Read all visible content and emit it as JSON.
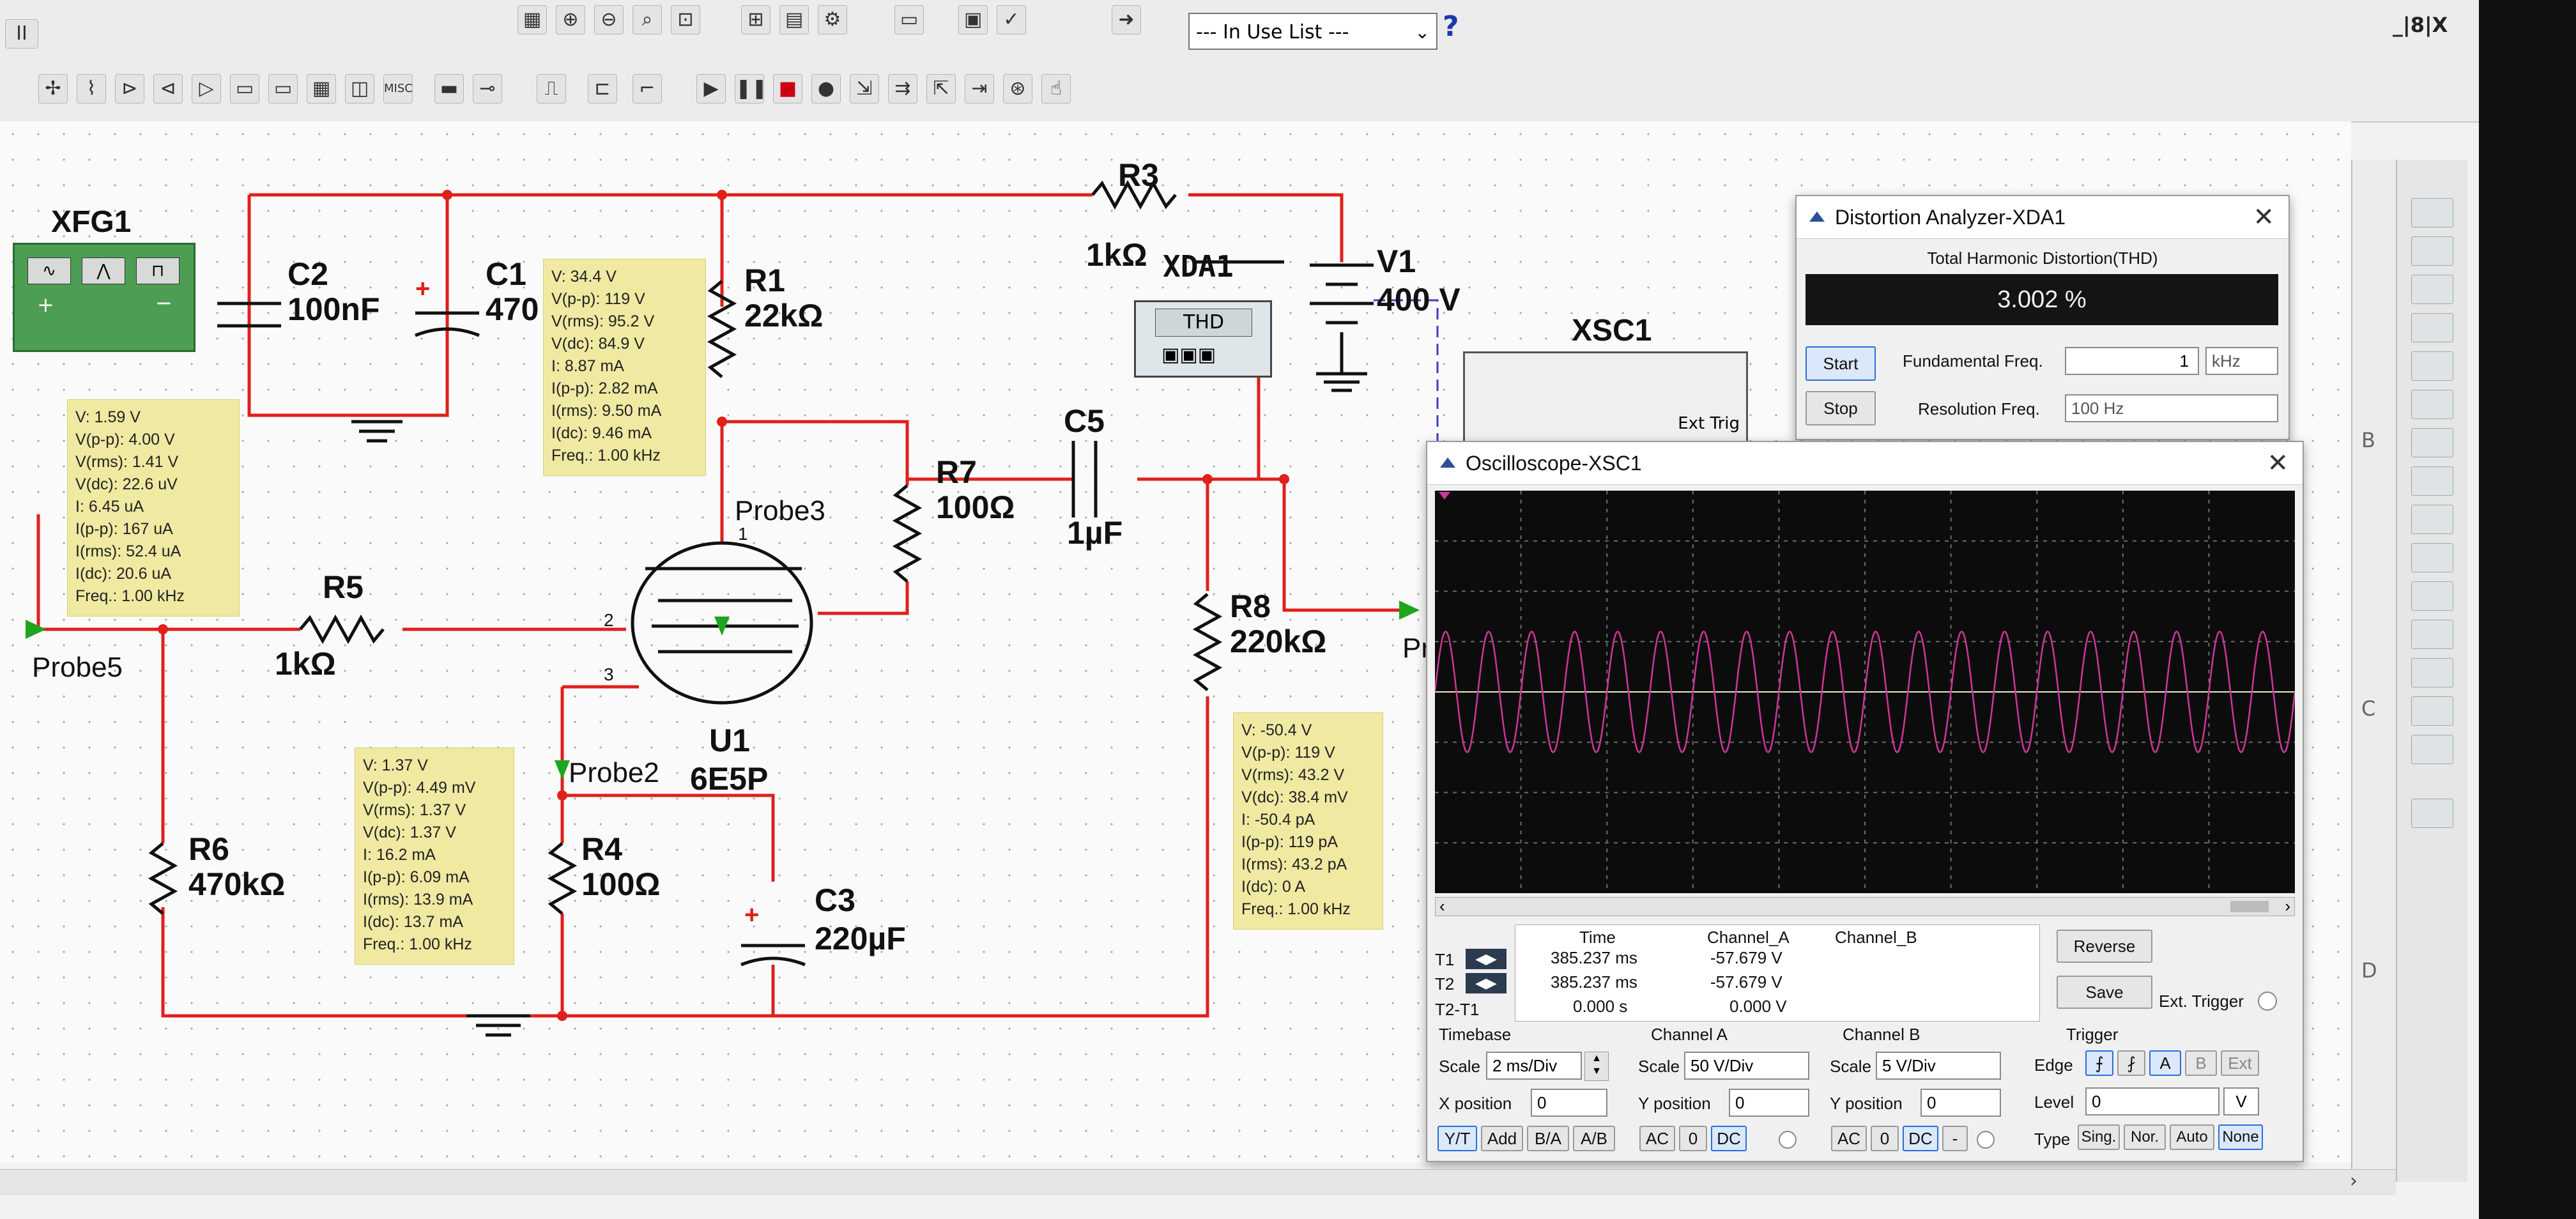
{
  "toolbar": {
    "in_use_list": "--- In Use List ---",
    "help": "?",
    "left_tab": "II",
    "misc": "MISC",
    "mdi_controls": "_|8|X"
  },
  "schematic": {
    "parts": [
      {
        "ref": "XFG1",
        "value": ""
      },
      {
        "ref": "C2",
        "value": "100nF"
      },
      {
        "ref": "C1",
        "value": "470"
      },
      {
        "ref": "R1",
        "value": "22kΩ"
      },
      {
        "ref": "R3",
        "value": "1kΩ"
      },
      {
        "ref": "XDA1",
        "value": "THD"
      },
      {
        "ref": "V1",
        "value": "400 V"
      },
      {
        "ref": "XSC1",
        "value": "Ext Trig"
      },
      {
        "ref": "C5",
        "value": "1µF"
      },
      {
        "ref": "R7",
        "value": "100Ω"
      },
      {
        "ref": "R8",
        "value": "220kΩ"
      },
      {
        "ref": "R5",
        "value": "1kΩ"
      },
      {
        "ref": "U1",
        "value": "6E5P"
      },
      {
        "ref": "R6",
        "value": "470kΩ"
      },
      {
        "ref": "R4",
        "value": "100Ω"
      },
      {
        "ref": "C3",
        "value": "220µF"
      }
    ],
    "probes": [
      "Probe5",
      "Probe3",
      "Probe2",
      "Pr"
    ],
    "pins": [
      "2",
      "3"
    ],
    "tube_pin": "1",
    "column_letters": [
      "B",
      "C",
      "D"
    ],
    "meas_probe5": [
      "V: 1.59 V",
      "V(p-p): 4.00 V",
      "V(rms): 1.41 V",
      "V(dc): 22.6 uV",
      "I: 6.45 uA",
      "I(p-p): 167 uA",
      "I(rms): 52.4 uA",
      "I(dc): 20.6 uA",
      "Freq.: 1.00 kHz"
    ],
    "meas_probe3": [
      "V: 34.4 V",
      "V(p-p): 119 V",
      "V(rms): 95.2 V",
      "V(dc): 84.9 V",
      "I: 8.87 mA",
      "I(p-p): 2.82 mA",
      "I(rms): 9.50 mA",
      "I(dc): 9.46 mA",
      "Freq.: 1.00 kHz"
    ],
    "meas_probe2": [
      "V: 1.37 V",
      "V(p-p): 4.49 mV",
      "V(rms): 1.37 V",
      "V(dc): 1.37 V",
      "I: 16.2 mA",
      "I(p-p): 6.09 mA",
      "I(rms): 13.9 mA",
      "I(dc): 13.7 mA",
      "Freq.: 1.00 kHz"
    ],
    "meas_probe4": [
      "V: -50.4 V",
      "V(p-p): 119 V",
      "V(rms): 43.2 V",
      "V(dc): 38.4 mV",
      "I: -50.4 pA",
      "I(p-p): 119 pA",
      "I(rms): 43.2 pA",
      "I(dc): 0 A",
      "Freq.: 1.00 kHz"
    ]
  },
  "distortion": {
    "title": "Distortion Analyzer-XDA1",
    "close": "✕",
    "caption": "Total Harmonic Distortion(THD)",
    "value": "3.002 %",
    "start": "Start",
    "stop": "Stop",
    "fund_label": "Fundamental Freq.",
    "fund_value": "1",
    "fund_unit": "kHz",
    "res_label": "Resolution Freq.",
    "res_value": "100 Hz"
  },
  "oscilloscope": {
    "title": "Oscilloscope-XSC1",
    "close": "✕",
    "waveform": {
      "cycles": 20,
      "amplitude_v": 60,
      "color": "#d0359a"
    },
    "readout": {
      "col_time": "Time",
      "col_a": "Channel_A",
      "col_b": "Channel_B",
      "t1_label": "T1",
      "t2_label": "T2",
      "t21_label": "T2-T1",
      "t1_time": "385.237 ms",
      "t1_a": "-57.679 V",
      "t2_time": "385.237 ms",
      "t2_a": "-57.679 V",
      "t21_time": "0.000 s",
      "t21_a": "0.000 V"
    },
    "reverse": "Reverse",
    "save": "Save",
    "ext_trigger": "Ext. Trigger",
    "timebase": {
      "title": "Timebase",
      "scale_label": "Scale",
      "scale": "2 ms/Div",
      "xpos_label": "X position",
      "xpos": "0",
      "modes": [
        "Y/T",
        "Add",
        "B/A",
        "A/B"
      ]
    },
    "channel_a": {
      "title": "Channel A",
      "scale_label": "Scale",
      "scale": "50 V/Div",
      "ypos_label": "Y position",
      "ypos": "0",
      "coupling": [
        "AC",
        "0",
        "DC"
      ]
    },
    "channel_b": {
      "title": "Channel B",
      "scale_label": "Scale",
      "scale": "5 V/Div",
      "ypos_label": "Y position",
      "ypos": "0",
      "coupling": [
        "AC",
        "0",
        "DC",
        "-"
      ]
    },
    "trigger": {
      "title": "Trigger",
      "edge_label": "Edge",
      "edge_opts": [
        "A",
        "B",
        "Ext"
      ],
      "level_label": "Level",
      "level": "0",
      "level_unit": "V",
      "type_label": "Type",
      "types": [
        "Sing.",
        "Nor.",
        "Auto",
        "None"
      ]
    }
  },
  "colors": {
    "wire": "#e0201b",
    "trace_bg": "#0c0c0c",
    "thd_bg": "#141414",
    "probe": "#1ea51e"
  }
}
